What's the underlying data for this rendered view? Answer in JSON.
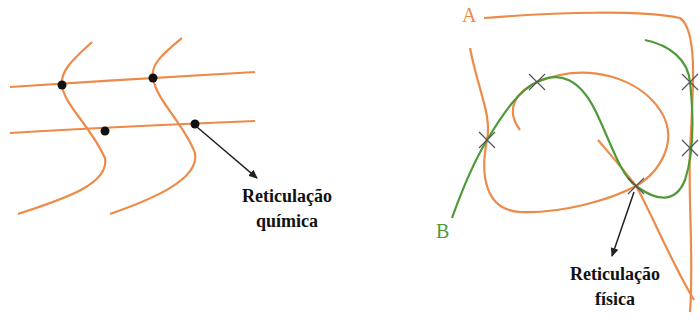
{
  "diagram": {
    "labels": [
      "Reticulação química",
      "A",
      "B",
      "Reticulação física"
    ]
  }
}
